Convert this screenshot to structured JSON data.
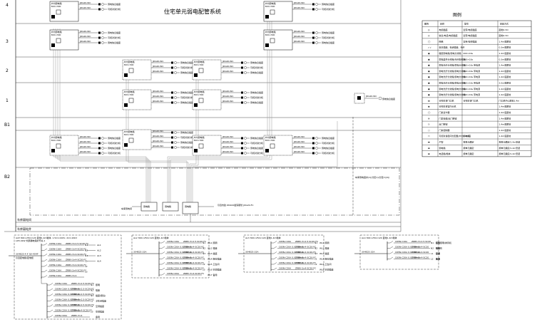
{
  "header": {
    "title": "住宅单元弱电配管系统",
    "legend_title": "图例"
  },
  "floors": [
    "4",
    "3",
    "2",
    "1",
    "B1",
    "B2"
  ],
  "riser_labels": {
    "garage_room": "车库弱电间",
    "garage_room_2": "车库弱电间",
    "garage_cabinet": "车库弱电井",
    "incoming_note": "引自市政 DN100镀锌钢管 JDG20-FC",
    "right_note": "车库弱电竖井(1)(分区1)(分区2)(4))",
    "box1": "弱电箱",
    "box2": "弱电箱",
    "box3": "弱电箱"
  },
  "unit_box": {
    "l1": "户内弱电箱",
    "l2": "300×300",
    "lead": "JDG20-WC",
    "dev": "弱电信息插座",
    "dev2": "可视对讲分机"
  },
  "legend": {
    "headers": [
      "图例",
      "名称",
      "型号",
      "安装方式"
    ],
    "rows": [
      [
        "◎",
        "电视插座",
        "宽带/电视插座",
        "距地0.3m"
      ],
      [
        "◎",
        "信息/电话/电视插座",
        "宽带/电视插座",
        "距地0.3m"
      ],
      [
        "◯",
        "网络",
        "宽带/电视插座",
        "1.4m底距地"
      ],
      [
        "↙↙",
        "信息插座、电话插座、光纤",
        "",
        "0.3m底距地"
      ],
      [
        "▣",
        "楼层弱电箱/弱电分线箱",
        "200×16s",
        "1.4m底距地"
      ],
      [
        "▣",
        "弱电竖井分线箱/光纤配线箱",
        "200×16s",
        "0.3m底距地"
      ],
      [
        "▣",
        "弱电光纤分线箱/弱电分线箱",
        "200×16s 带电源",
        "1.4m底距地"
      ],
      [
        "▣",
        "弱电光纤分线箱/弱电分线箱",
        "200×16s 带电源",
        "1.4m底距地"
      ],
      [
        "▣",
        "弱电光纤分线箱/弱电分线箱",
        "200×16s 带电源",
        "1.4m底距地"
      ],
      [
        "▣",
        "弱电光纤分线箱/弱电分线箱",
        "200×16s 带电源",
        "2.0m底距地"
      ],
      [
        "▣",
        "弱电光纤分线箱/弱电分线箱",
        "200×16s 带电源",
        "1.4m底距地"
      ],
      [
        "▣",
        "弱电光纤分线箱/弱电分线箱",
        "200×16s 带电源",
        "1.4m底距地"
      ],
      [
        "▤",
        "可视对讲门口机",
        "可视对讲门口机",
        "门口机中心距地1.4m"
      ],
      [
        "◉",
        "可视对讲室内分机",
        "",
        "1.4m底距地"
      ],
      [
        "◯",
        "门禁读卡器",
        "",
        "1.4m底距地"
      ],
      [
        "⊕",
        "门禁电锁/出门按钮",
        "",
        "1.4m底距地"
      ],
      [
        "⊙",
        "出门按钮",
        "",
        "1.4m底距地"
      ],
      [
        "▢",
        "门禁控制器",
        "",
        "1.4m底距地"
      ],
      [
        "▭",
        "可视对讲层间分配器/户内弱电箱",
        "1.4m底",
        "1.4m底距地"
      ],
      [
        "▬",
        "户型",
        "按单元确定",
        "按单元确定/1.4m安装"
      ],
      [
        "▬",
        "弱电箱",
        "按单元确定",
        "按单元确定/1.4m安装"
      ],
      [
        "▬",
        "电话箱/箱体",
        "按单元确定",
        "按单元确定/1.4m安装"
      ]
    ]
  },
  "panels": {
    "p1": {
      "head": "ALE  300×250×120 距地1.4m箱体, 1.5m×220V, 2m×20kV",
      "head2": "LD5.0kW 外部漏电保护开关-1",
      "feed": "3X4E25-4  4  YJV-4X4F",
      "feed2": "引自配电箱/配电柜",
      "rows": [
        [
          "N1",
          "C65N-C10A",
          "ZRBV-3×2.5-SC20-FC"
        ],
        [
          "N2",
          "C65N-C16A",
          "ZRBV-3×4-SC20-FC"
        ],
        [
          "N3",
          "C65N-C16A",
          "ZRBV-3×4-SC20-FC"
        ],
        [
          "L1",
          "C65N-C16A",
          "ZRBV-3×4-SC20-FC"
        ],
        [
          "L2",
          "C65N-C16A",
          "ZRBV-3×4-SC20-FC"
        ],
        [
          "L3",
          "C65N-C16A",
          "ZRBV-3×4-SC20-FC"
        ],
        [
          "",
          "C65N-C10A",
          "ZRBV-3×4"
        ]
      ],
      "tags": [
        "AL1",
        "AL2",
        "AL3",
        "AL4"
      ],
      "rows2": [
        [
          "N1",
          "C65N-C16A",
          "ZRBV-3×2.5-SC20-FC",
          "照明"
        ],
        [
          "N2",
          "C65N-C16A 0.03 30mA",
          "ZRBV-3×2.5-SC20-FC",
          "插座"
        ],
        [
          "N3",
          "C65N-C16A 0.03 30mA",
          "ZRBV-3×2.5-SC20-FC",
          "插座(厨房)"
        ],
        [
          "L1",
          "C65N-C16A 0.03 30mA",
          "ZRBV-3×2.5-SC20-FC",
          "卫生间插座"
        ],
        [
          "L2",
          "C65N-C16A 0.03 30mA",
          "ZRBV-3×2.5-SC20-FC",
          "空调插座"
        ],
        [
          "L3",
          "C65N-C20A 0.03 30mA",
          "ZRBV-3×4-SC20-FC",
          "空调插座"
        ],
        [
          "",
          "C65N-C20A",
          "ZRBV-3×4",
          "备用"
        ]
      ]
    },
    "p2": {
      "head": "AL2  300×250×120 距地1.4m箱体",
      "feed": "3X4E25  32A",
      "rows": [
        [
          "N1",
          "C65N-C16A",
          "ZRBV-3×2.5-SC20-FC",
          "WL1 照明"
        ],
        [
          "N2",
          "C65N-C20A 0.03 30mA",
          "ZRBV-3×4-SC20-FC",
          "WL2 插座"
        ],
        [
          "N3",
          "C65N-C20A 0.03 30mA",
          "ZRBV-3×4-SC20-FC",
          "WL3 插座"
        ],
        [
          "L1",
          "C65N-C20A 0.03 30mA",
          "ZRBV-3×4-SC20-FC",
          "WL4 厨房插座"
        ],
        [
          "L2",
          "C65N-C20A 0.03 30mA",
          "ZRBV-3×4-SC20-FC",
          "WL5 卫生间"
        ],
        [
          "L3",
          "C65N-C20A 0.03 30mA",
          "ZRBV-3×4-SC20-FC",
          "WL6 空调插座"
        ],
        [
          "",
          "C65N-C20A",
          "ZRBV-3×4-SC20-FC",
          "WL7 备用"
        ]
      ]
    },
    "p3": {
      "head": "AL3  300×250×120 距地1.4m箱体",
      "feed": "3X4E25  32A",
      "rows": [
        [
          "N1",
          "C65N-C16A",
          "ZRBV-3×2.5-SC20-FC",
          "WL1 照明"
        ],
        [
          "N2",
          "C65N-C20A 0.03 30mA",
          "ZRBV-3×4-SC20-FC",
          "WL2 插座"
        ],
        [
          "N3",
          "C65N-C20A 0.03 30mA",
          "ZRBV-3×4-SC20-FC",
          "WL3 插座"
        ],
        [
          "L1",
          "C65N-C20A 0.03 30mA",
          "ZRBV-3×4-SC20-FC",
          "WL4 厨房插座"
        ],
        [
          "L2",
          "C65N-C20A 0.03 30mA",
          "ZRBV-3×4-SC20-FC",
          "WL5 卫生间"
        ],
        [
          "",
          "C65N-C20A",
          "ZRBV-3×4-SC20-FC",
          "WL6 空调插座"
        ]
      ]
    },
    "p4": {
      "head": "AL4  300×250×120 距地1.4m箱体",
      "feed": "3X4E25  32A",
      "rows": [
        [
          "N1",
          "C65N-C16A",
          "ZRBV-3×2.5-SC20",
          "照明"
        ],
        [
          "N2",
          "C65N-C20A 0.03 30mA",
          "ZRBV-3×4-SC20",
          "插座"
        ],
        [
          "L1",
          "C65N-C20A 0.03 30mA",
          "ZRBV-3×4-SC20",
          "空调"
        ],
        [
          "L2",
          "C65N-C20A 0.03 30mA",
          "ZRBV-3×4-SC20",
          "备用"
        ]
      ],
      "tags": [
        "应急照明/排风机",
        "排风机",
        "备用",
        "备用"
      ]
    }
  }
}
